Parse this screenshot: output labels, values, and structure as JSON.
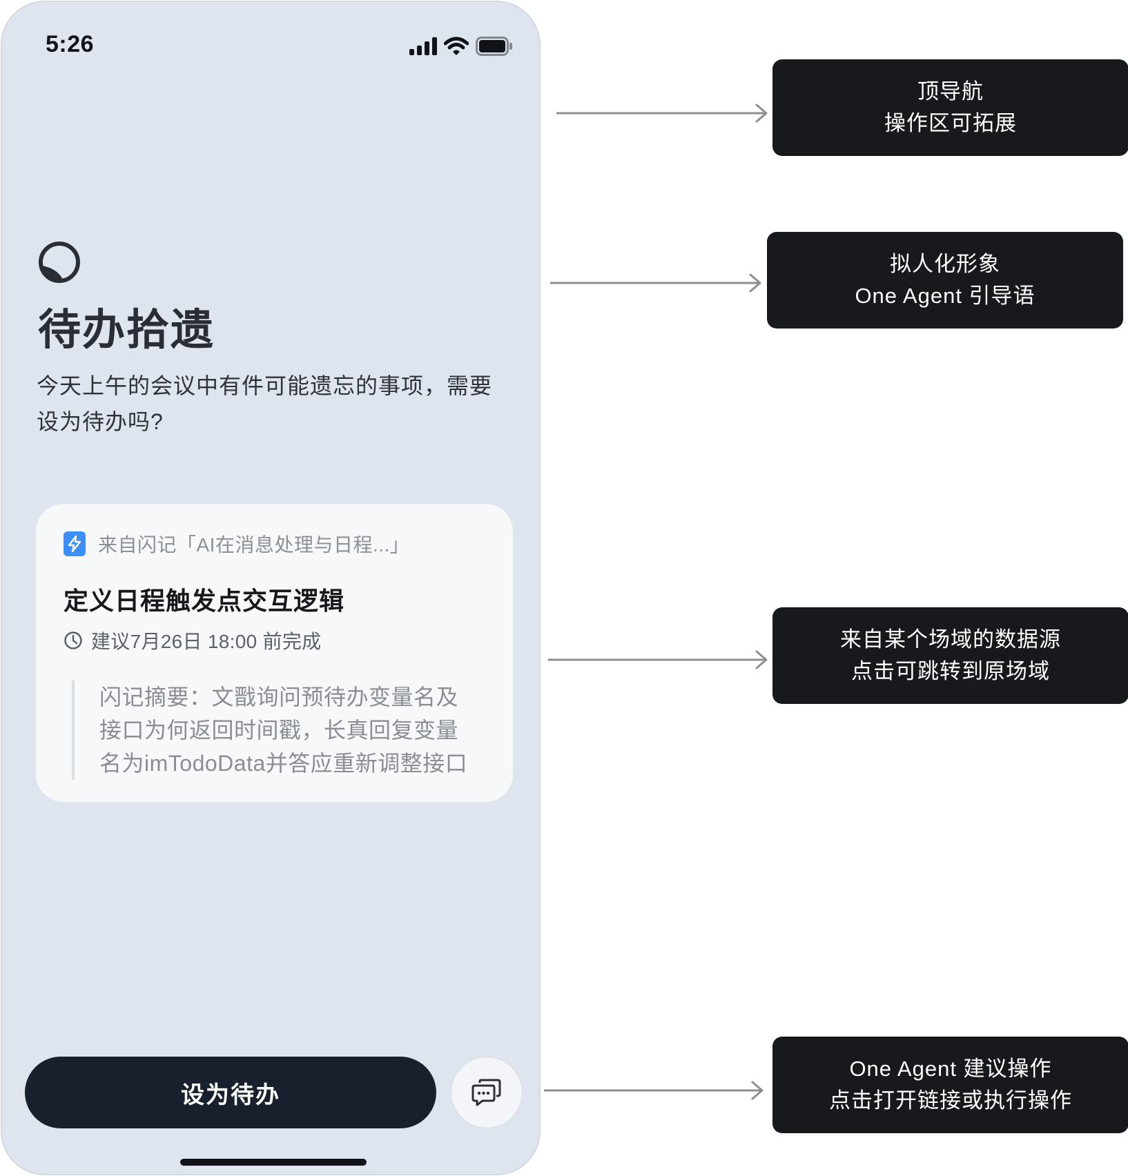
{
  "status_bar": {
    "time": "5:26"
  },
  "hero": {
    "title": "待办拾遗",
    "subtitle": "今天上午的会议中有件可能遗忘的事项，需要设为待办吗?"
  },
  "card": {
    "source": "来自闪记「AI在消息处理与日程...」",
    "task_title": "定义日程触发点交互逻辑",
    "due": "建议7月26日 18:00 前完成",
    "summary": "闪记摘要：文戬询问预待办变量名及接口为何返回时间戳，长真回复变量名为imTodoData并答应重新调整接口"
  },
  "actions": {
    "primary_label": "设为待办"
  },
  "annotations": [
    {
      "line1": "顶导航",
      "line2": "操作区可拓展"
    },
    {
      "line1": "拟人化形象",
      "line2": "One Agent 引导语"
    },
    {
      "line1": "来自某个场域的数据源",
      "line2": "点击可跳转到原场域"
    },
    {
      "line1": "One Agent 建议操作",
      "line2": "点击打开链接或执行操作"
    }
  ],
  "colors": {
    "phone_bg": "#dfe5ee",
    "card_bg": "#f6f8fa",
    "primary_button": "#18202e",
    "source_icon": "#3d8ef7",
    "callout_bg": "#17191d",
    "arrow": "#8e8e8e"
  }
}
